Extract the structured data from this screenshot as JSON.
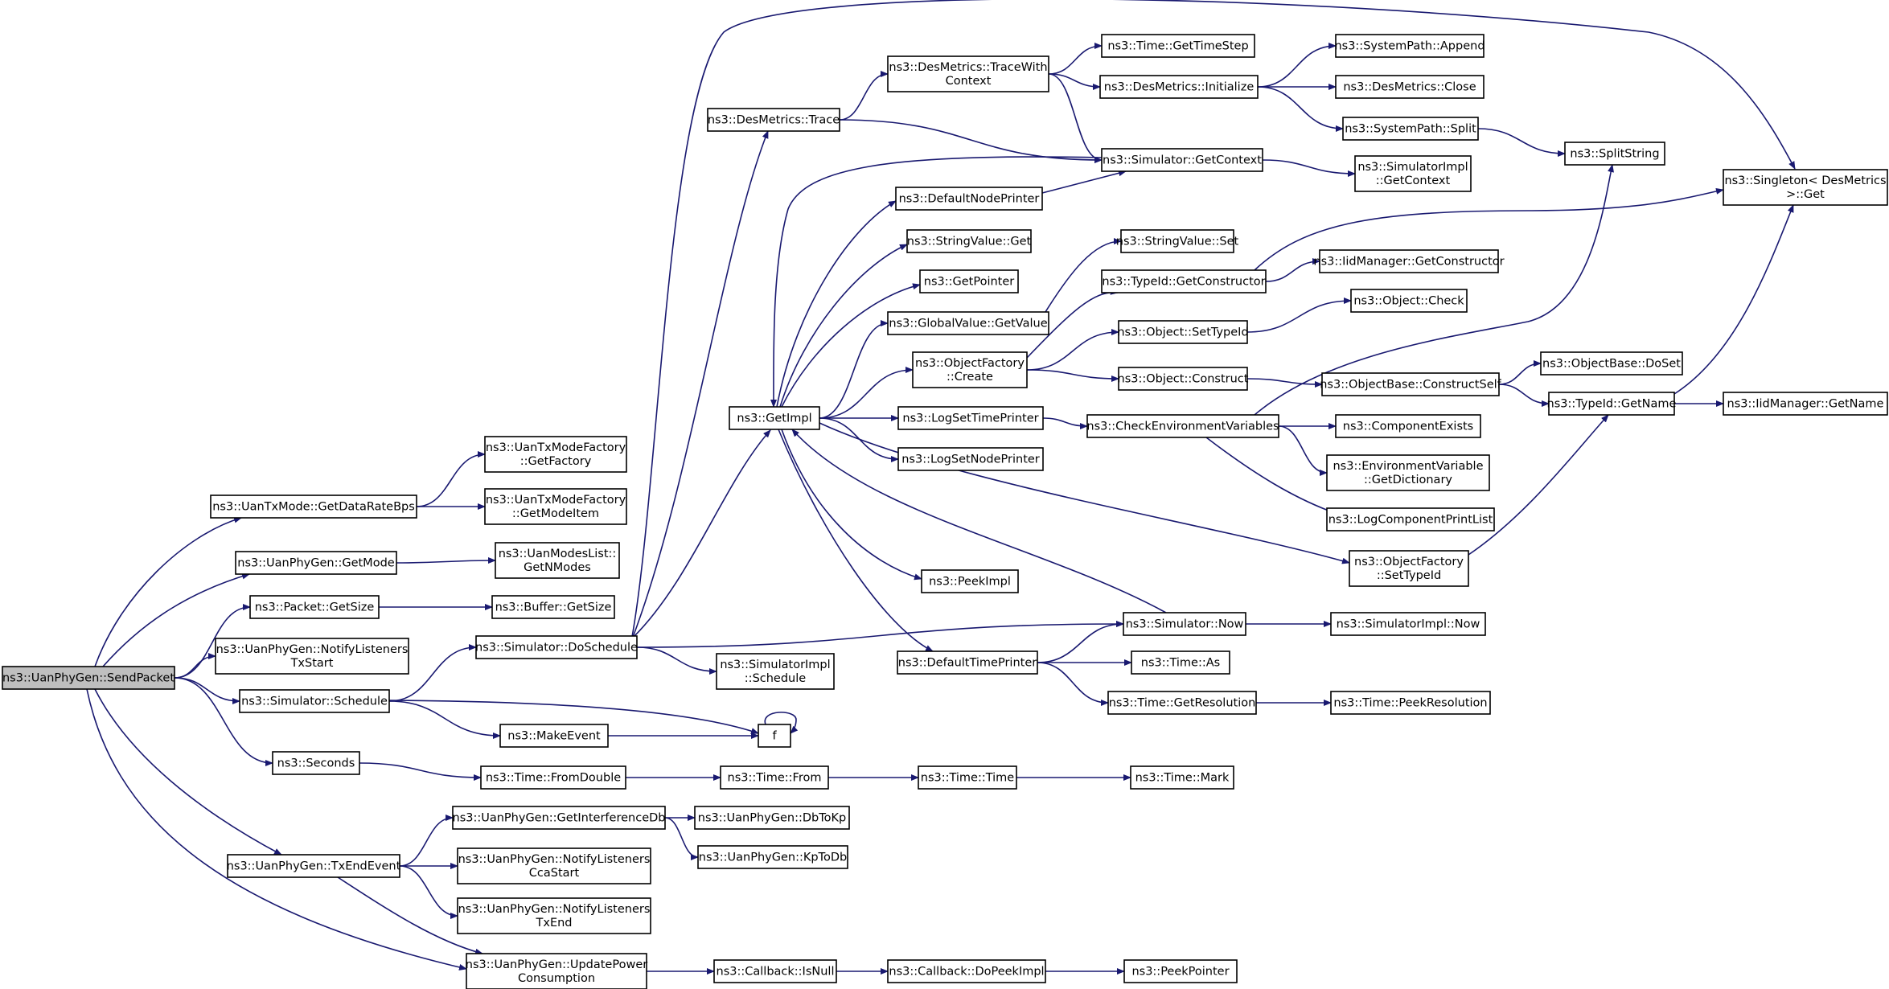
{
  "diagram": {
    "colors": {
      "edge": "#191970",
      "box_border": "#000000",
      "root_fill": "#bfbfbf",
      "node_fill": "#ffffff",
      "incomplete_border": "#ff0000"
    },
    "nodes": [
      {
        "id": "SendPacket",
        "lines": [
          "ns3::UanPhyGen::SendPacket"
        ],
        "root": true
      },
      {
        "id": "GetDataRateBps",
        "lines": [
          "ns3::UanTxMode::GetDataRateBps"
        ]
      },
      {
        "id": "GetFactory",
        "lines": [
          "ns3::UanTxModeFactory",
          "::GetFactory"
        ]
      },
      {
        "id": "GetModeItem",
        "lines": [
          "ns3::UanTxModeFactory",
          "::GetModeItem"
        ]
      },
      {
        "id": "GetMode",
        "lines": [
          "ns3::UanPhyGen::GetMode"
        ]
      },
      {
        "id": "GetNModes",
        "lines": [
          "ns3::UanModesList::",
          "GetNModes"
        ]
      },
      {
        "id": "PacketGetSize",
        "lines": [
          "ns3::Packet::GetSize"
        ]
      },
      {
        "id": "BufferGetSize",
        "lines": [
          "ns3::Buffer::GetSize"
        ]
      },
      {
        "id": "NotifyTxStart",
        "lines": [
          "ns3::UanPhyGen::NotifyListeners",
          "TxStart"
        ]
      },
      {
        "id": "Schedule",
        "lines": [
          "ns3::Simulator::Schedule"
        ]
      },
      {
        "id": "DoSchedule",
        "lines": [
          "ns3::Simulator::DoSchedule"
        ]
      },
      {
        "id": "ImplSchedule",
        "lines": [
          "ns3::SimulatorImpl",
          "::Schedule"
        ]
      },
      {
        "id": "MakeEvent",
        "lines": [
          "ns3::MakeEvent"
        ]
      },
      {
        "id": "f",
        "lines": [
          "f"
        ]
      },
      {
        "id": "Seconds",
        "lines": [
          "ns3::Seconds"
        ]
      },
      {
        "id": "FromDouble",
        "lines": [
          "ns3::Time::FromDouble"
        ]
      },
      {
        "id": "TimeFrom",
        "lines": [
          "ns3::Time::From"
        ]
      },
      {
        "id": "TimeTime",
        "lines": [
          "ns3::Time::Time"
        ]
      },
      {
        "id": "TimeMark",
        "lines": [
          "ns3::Time::Mark"
        ]
      },
      {
        "id": "TxEndEvent",
        "lines": [
          "ns3::UanPhyGen::TxEndEvent"
        ]
      },
      {
        "id": "GetInterferenceDb",
        "lines": [
          "ns3::UanPhyGen::GetInterferenceDb"
        ]
      },
      {
        "id": "DbToKp",
        "lines": [
          "ns3::UanPhyGen::DbToKp"
        ]
      },
      {
        "id": "KpToDb",
        "lines": [
          "ns3::UanPhyGen::KpToDb"
        ]
      },
      {
        "id": "NotifyCcaStart",
        "lines": [
          "ns3::UanPhyGen::NotifyListeners",
          "CcaStart"
        ]
      },
      {
        "id": "NotifyTxEnd",
        "lines": [
          "ns3::UanPhyGen::NotifyListeners",
          "TxEnd"
        ]
      },
      {
        "id": "UpdatePower",
        "lines": [
          "ns3::UanPhyGen::UpdatePower",
          "Consumption"
        ]
      },
      {
        "id": "IsNull",
        "lines": [
          "ns3::Callback::IsNull"
        ]
      },
      {
        "id": "DoPeekImpl",
        "lines": [
          "ns3::Callback::DoPeekImpl"
        ]
      },
      {
        "id": "PeekPointer",
        "lines": [
          "ns3::PeekPointer"
        ]
      },
      {
        "id": "GetImpl",
        "lines": [
          "ns3::GetImpl"
        ]
      },
      {
        "id": "DesTrace",
        "lines": [
          "ns3::DesMetrics::Trace"
        ]
      },
      {
        "id": "TraceWithContext",
        "lines": [
          "ns3::DesMetrics::TraceWith",
          "Context"
        ]
      },
      {
        "id": "GetTimeStep",
        "lines": [
          "ns3::Time::GetTimeStep"
        ]
      },
      {
        "id": "DesInitialize",
        "lines": [
          "ns3::DesMetrics::Initialize"
        ]
      },
      {
        "id": "SysAppend",
        "lines": [
          "ns3::SystemPath::Append"
        ]
      },
      {
        "id": "DesClose",
        "lines": [
          "ns3::DesMetrics::Close"
        ]
      },
      {
        "id": "SysSplit",
        "lines": [
          "ns3::SystemPath::Split"
        ]
      },
      {
        "id": "SplitString",
        "lines": [
          "ns3::SplitString"
        ]
      },
      {
        "id": "SimGetContext",
        "lines": [
          "ns3::Simulator::GetContext"
        ]
      },
      {
        "id": "ImplGetContext",
        "lines": [
          "ns3::SimulatorImpl",
          "::GetContext"
        ]
      },
      {
        "id": "SingletonGet",
        "lines": [
          "ns3::Singleton< DesMetrics",
          " >::Get"
        ]
      },
      {
        "id": "DefaultNodePrinter",
        "lines": [
          "ns3::DefaultNodePrinter"
        ]
      },
      {
        "id": "StringValueGet",
        "lines": [
          "ns3::StringValue::Get"
        ]
      },
      {
        "id": "GetPointer",
        "lines": [
          "ns3::GetPointer"
        ]
      },
      {
        "id": "GlobalGetValue",
        "lines": [
          "ns3::GlobalValue::GetValue"
        ]
      },
      {
        "id": "StringValueSet",
        "lines": [
          "ns3::StringValue::Set"
        ]
      },
      {
        "id": "ObjFactoryCreate",
        "lines": [
          "ns3::ObjectFactory",
          "::Create"
        ]
      },
      {
        "id": "TypeIdGetConstructor",
        "lines": [
          "ns3::TypeId::GetConstructor"
        ]
      },
      {
        "id": "IidGetConstructor",
        "lines": [
          "ns3::IidManager::GetConstructor"
        ],
        "incomplete": true
      },
      {
        "id": "ObjSetTypeId",
        "lines": [
          "ns3::Object::SetTypeId"
        ]
      },
      {
        "id": "ObjCheck",
        "lines": [
          "ns3::Object::Check"
        ],
        "incomplete": true
      },
      {
        "id": "ObjConstruct",
        "lines": [
          "ns3::Object::Construct"
        ]
      },
      {
        "id": "ConstructSelf",
        "lines": [
          "ns3::ObjectBase::ConstructSelf"
        ],
        "incomplete": true
      },
      {
        "id": "DoSet",
        "lines": [
          "ns3::ObjectBase::DoSet"
        ]
      },
      {
        "id": "TypeIdGetName",
        "lines": [
          "ns3::TypeId::GetName"
        ]
      },
      {
        "id": "IidGetName",
        "lines": [
          "ns3::IidManager::GetName"
        ],
        "incomplete": true
      },
      {
        "id": "LogSetTimePrinter",
        "lines": [
          "ns3::LogSetTimePrinter"
        ]
      },
      {
        "id": "CheckEnvVars",
        "lines": [
          "ns3::CheckEnvironmentVariables"
        ]
      },
      {
        "id": "ComponentExists",
        "lines": [
          "ns3::ComponentExists"
        ],
        "incomplete": true
      },
      {
        "id": "EnvGetDictionary",
        "lines": [
          "ns3::EnvironmentVariable",
          "::GetDictionary"
        ],
        "incomplete": true
      },
      {
        "id": "LogComponentPrintList",
        "lines": [
          "ns3::LogComponentPrintList"
        ],
        "incomplete": true
      },
      {
        "id": "LogSetNodePrinter",
        "lines": [
          "ns3::LogSetNodePrinter"
        ]
      },
      {
        "id": "ObjFactorySetTypeId",
        "lines": [
          "ns3::ObjectFactory",
          "::SetTypeId"
        ]
      },
      {
        "id": "PeekImpl",
        "lines": [
          "ns3::PeekImpl"
        ]
      },
      {
        "id": "SimNow",
        "lines": [
          "ns3::Simulator::Now"
        ]
      },
      {
        "id": "ImplNow",
        "lines": [
          "ns3::SimulatorImpl::Now"
        ]
      },
      {
        "id": "DefaultTimePrinter",
        "lines": [
          "ns3::DefaultTimePrinter"
        ]
      },
      {
        "id": "TimeAs",
        "lines": [
          "ns3::Time::As"
        ]
      },
      {
        "id": "GetResolution",
        "lines": [
          "ns3::Time::GetResolution"
        ]
      },
      {
        "id": "PeekResolution",
        "lines": [
          "ns3::Time::PeekResolution"
        ],
        "incomplete": true
      }
    ],
    "edges": [
      [
        "SendPacket",
        "GetDataRateBps"
      ],
      [
        "SendPacket",
        "GetMode"
      ],
      [
        "SendPacket",
        "PacketGetSize"
      ],
      [
        "SendPacket",
        "NotifyTxStart"
      ],
      [
        "SendPacket",
        "Schedule"
      ],
      [
        "SendPacket",
        "Seconds"
      ],
      [
        "SendPacket",
        "TxEndEvent"
      ],
      [
        "SendPacket",
        "UpdatePower"
      ],
      [
        "GetDataRateBps",
        "GetFactory"
      ],
      [
        "GetDataRateBps",
        "GetModeItem"
      ],
      [
        "GetMode",
        "GetNModes"
      ],
      [
        "PacketGetSize",
        "BufferGetSize"
      ],
      [
        "Schedule",
        "DoSchedule"
      ],
      [
        "Schedule",
        "MakeEvent"
      ],
      [
        "Schedule",
        "f"
      ],
      [
        "MakeEvent",
        "f"
      ],
      [
        "f",
        "f"
      ],
      [
        "DoSchedule",
        "ImplSchedule"
      ],
      [
        "DoSchedule",
        "GetImpl"
      ],
      [
        "DoSchedule",
        "DesTrace"
      ],
      [
        "DoSchedule",
        "SimNow"
      ],
      [
        "DoSchedule",
        "SingletonGet"
      ],
      [
        "Seconds",
        "FromDouble"
      ],
      [
        "FromDouble",
        "TimeFrom"
      ],
      [
        "TimeFrom",
        "TimeTime"
      ],
      [
        "TimeTime",
        "TimeMark"
      ],
      [
        "TxEndEvent",
        "GetInterferenceDb"
      ],
      [
        "TxEndEvent",
        "NotifyCcaStart"
      ],
      [
        "TxEndEvent",
        "NotifyTxEnd"
      ],
      [
        "TxEndEvent",
        "UpdatePower"
      ],
      [
        "GetInterferenceDb",
        "DbToKp"
      ],
      [
        "GetInterferenceDb",
        "KpToDb"
      ],
      [
        "UpdatePower",
        "IsNull"
      ],
      [
        "IsNull",
        "DoPeekImpl"
      ],
      [
        "DoPeekImpl",
        "PeekPointer"
      ],
      [
        "DesTrace",
        "TraceWithContext"
      ],
      [
        "DesTrace",
        "SimGetContext"
      ],
      [
        "TraceWithContext",
        "GetTimeStep"
      ],
      [
        "TraceWithContext",
        "DesInitialize"
      ],
      [
        "TraceWithContext",
        "SimGetContext"
      ],
      [
        "DesInitialize",
        "SysAppend"
      ],
      [
        "DesInitialize",
        "DesClose"
      ],
      [
        "DesInitialize",
        "SysSplit"
      ],
      [
        "SysSplit",
        "SplitString"
      ],
      [
        "SimGetContext",
        "GetImpl"
      ],
      [
        "SimGetContext",
        "ImplGetContext"
      ],
      [
        "GetImpl",
        "DefaultNodePrinter"
      ],
      [
        "GetImpl",
        "StringValueGet"
      ],
      [
        "GetImpl",
        "GetPointer"
      ],
      [
        "GetImpl",
        "GlobalGetValue"
      ],
      [
        "GetImpl",
        "ObjFactoryCreate"
      ],
      [
        "GetImpl",
        "LogSetTimePrinter"
      ],
      [
        "GetImpl",
        "LogSetNodePrinter"
      ],
      [
        "GetImpl",
        "ObjFactorySetTypeId"
      ],
      [
        "GetImpl",
        "PeekImpl"
      ],
      [
        "GetImpl",
        "DefaultTimePrinter"
      ],
      [
        "DefaultNodePrinter",
        "SimGetContext"
      ],
      [
        "GlobalGetValue",
        "StringValueSet"
      ],
      [
        "ObjFactoryCreate",
        "TypeIdGetConstructor"
      ],
      [
        "ObjFactoryCreate",
        "ObjSetTypeId"
      ],
      [
        "ObjFactoryCreate",
        "ObjConstruct"
      ],
      [
        "TypeIdGetConstructor",
        "IidGetConstructor"
      ],
      [
        "TypeIdGetConstructor",
        "SingletonGet"
      ],
      [
        "ObjSetTypeId",
        "ObjCheck"
      ],
      [
        "ObjConstruct",
        "ConstructSelf"
      ],
      [
        "ConstructSelf",
        "DoSet"
      ],
      [
        "ConstructSelf",
        "TypeIdGetName"
      ],
      [
        "TypeIdGetName",
        "IidGetName"
      ],
      [
        "TypeIdGetName",
        "SingletonGet"
      ],
      [
        "LogSetTimePrinter",
        "CheckEnvVars"
      ],
      [
        "CheckEnvVars",
        "SplitString"
      ],
      [
        "CheckEnvVars",
        "ComponentExists"
      ],
      [
        "CheckEnvVars",
        "EnvGetDictionary"
      ],
      [
        "CheckEnvVars",
        "LogComponentPrintList"
      ],
      [
        "ObjFactorySetTypeId",
        "TypeIdGetName"
      ],
      [
        "SimNow",
        "GetImpl"
      ],
      [
        "SimNow",
        "ImplNow"
      ],
      [
        "DefaultTimePrinter",
        "SimNow"
      ],
      [
        "DefaultTimePrinter",
        "TimeAs"
      ],
      [
        "DefaultTimePrinter",
        "GetResolution"
      ],
      [
        "GetResolution",
        "PeekResolution"
      ]
    ]
  }
}
